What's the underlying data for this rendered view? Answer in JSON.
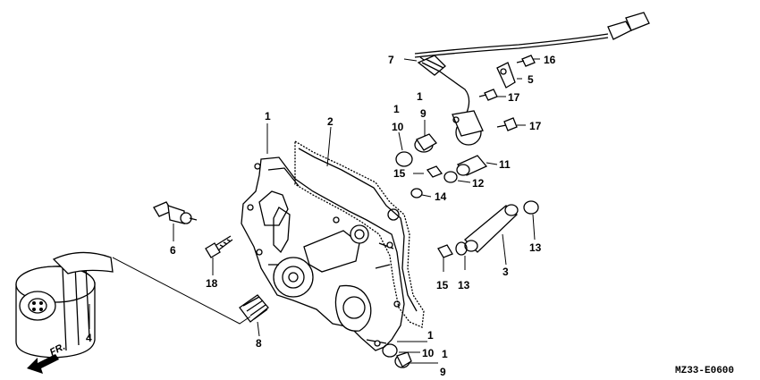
{
  "callouts": [
    {
      "id": "c1a",
      "text": "1"
    },
    {
      "id": "c2",
      "text": "2"
    },
    {
      "id": "c3",
      "text": "3"
    },
    {
      "id": "c4",
      "text": "4"
    },
    {
      "id": "c5",
      "text": "5"
    },
    {
      "id": "c6",
      "text": "6"
    },
    {
      "id": "c7",
      "text": "7"
    },
    {
      "id": "c8",
      "text": "8"
    },
    {
      "id": "c1b",
      "text": "1"
    },
    {
      "id": "c9a",
      "text": "9"
    },
    {
      "id": "c1c",
      "text": "1"
    },
    {
      "id": "c10a",
      "text": "10"
    },
    {
      "id": "c11",
      "text": "11"
    },
    {
      "id": "c12",
      "text": "12"
    },
    {
      "id": "c13a",
      "text": "13"
    },
    {
      "id": "c13b",
      "text": "13"
    },
    {
      "id": "c14",
      "text": "14"
    },
    {
      "id": "c15a",
      "text": "15"
    },
    {
      "id": "c15b",
      "text": "15"
    },
    {
      "id": "c16",
      "text": "16"
    },
    {
      "id": "c17a",
      "text": "17"
    },
    {
      "id": "c17b",
      "text": "17"
    },
    {
      "id": "c18",
      "text": "18"
    },
    {
      "id": "c1d",
      "text": "1"
    },
    {
      "id": "c10b",
      "text": "10"
    },
    {
      "id": "c1e",
      "text": "1"
    },
    {
      "id": "c9b",
      "text": "9"
    }
  ],
  "front_arrow_label": "FR.",
  "diagram_code": "MZ33-E0600"
}
